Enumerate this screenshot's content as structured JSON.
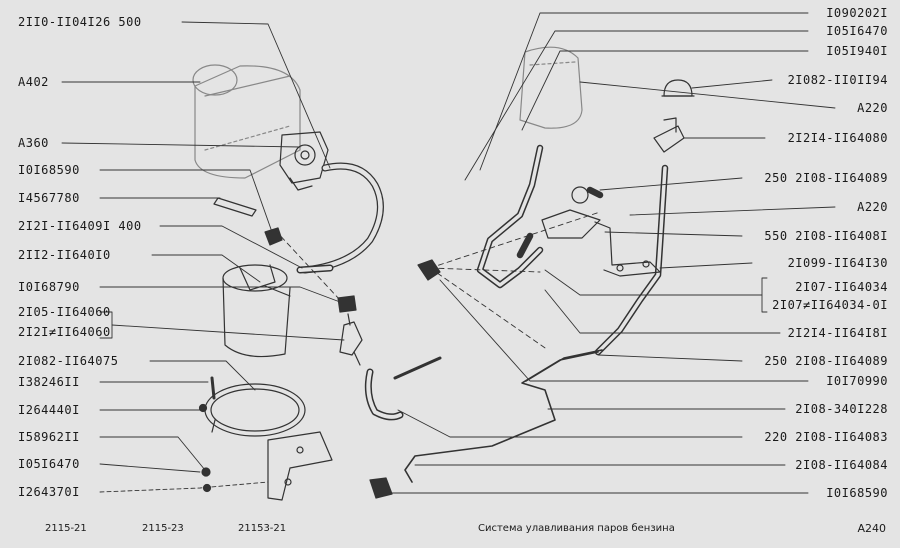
{
  "colors": {
    "background": "#e4e4e4",
    "ink": "#1a1a1a",
    "line": "#333333"
  },
  "labels_left": [
    {
      "id": "L1",
      "text": "2II0-II04I26 500"
    },
    {
      "id": "L2",
      "text": "A402"
    },
    {
      "id": "L3",
      "text": "A360"
    },
    {
      "id": "L4",
      "text": "I0I68590"
    },
    {
      "id": "L5",
      "text": "I4567780"
    },
    {
      "id": "L6",
      "text": "2I2I-II6409I 400"
    },
    {
      "id": "L7",
      "text": "2II2-II640I0"
    },
    {
      "id": "L8",
      "text": "I0I68790"
    },
    {
      "id": "L9",
      "text": "2I05-II64060"
    },
    {
      "id": "L10",
      "text": "2I2I≠II64060"
    },
    {
      "id": "L11",
      "text": "2I082-II64075"
    },
    {
      "id": "L12",
      "text": "I38246II"
    },
    {
      "id": "L13",
      "text": "I264440I"
    },
    {
      "id": "L14",
      "text": "I58962II"
    },
    {
      "id": "L15",
      "text": "I05I6470"
    },
    {
      "id": "L16",
      "text": "I264370I"
    }
  ],
  "labels_right": [
    {
      "id": "R1",
      "text": "I090202I"
    },
    {
      "id": "R2",
      "text": "I05I6470"
    },
    {
      "id": "R3",
      "text": "I05I940I"
    },
    {
      "id": "R4",
      "text": "2I082-II0II94"
    },
    {
      "id": "R5",
      "text": "A220"
    },
    {
      "id": "R6",
      "text": "2I2I4-II64080"
    },
    {
      "id": "R7",
      "text": "250 2I08-II64089"
    },
    {
      "id": "R8",
      "text": "A220"
    },
    {
      "id": "R9",
      "text": "550 2I08-II6408I"
    },
    {
      "id": "R10",
      "text": "2I099-II64I30"
    },
    {
      "id": "R11",
      "text": "2I07-II64034"
    },
    {
      "id": "R12",
      "text": "2I07≠II64034-0I"
    },
    {
      "id": "R13",
      "text": "2I2I4-II64I8I"
    },
    {
      "id": "R14",
      "text": "250 2I08-II64089"
    },
    {
      "id": "R15",
      "text": "I0I70990"
    },
    {
      "id": "R16",
      "text": "2I08-340I228"
    },
    {
      "id": "R17",
      "text": "220 2I08-II64083"
    },
    {
      "id": "R18",
      "text": "2I08-II64084"
    },
    {
      "id": "R19",
      "text": "I0I68590"
    }
  ],
  "footer": {
    "models": [
      "2115-21",
      "2115-23",
      "21153-21"
    ],
    "caption": "Система улавливания паров бензина",
    "code": "A240"
  }
}
